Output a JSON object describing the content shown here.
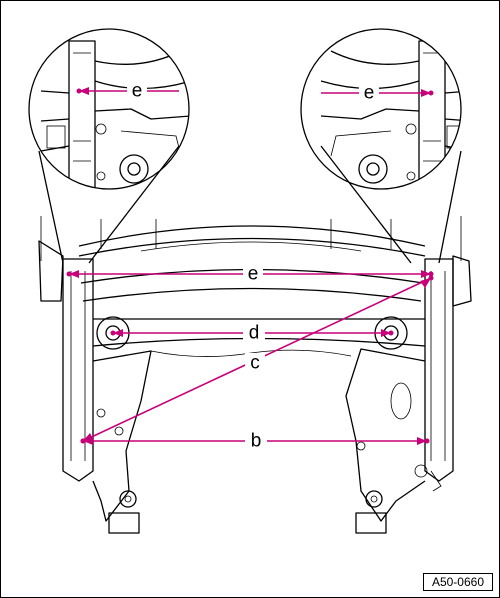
{
  "labels": {
    "e_left_detail": "e",
    "e_right_detail": "e",
    "e_main": "e",
    "d": "d",
    "c": "c",
    "b": "b"
  },
  "figure_id": "A50-0660",
  "colors": {
    "measurement": "#c8007a",
    "linework": "#000000"
  }
}
